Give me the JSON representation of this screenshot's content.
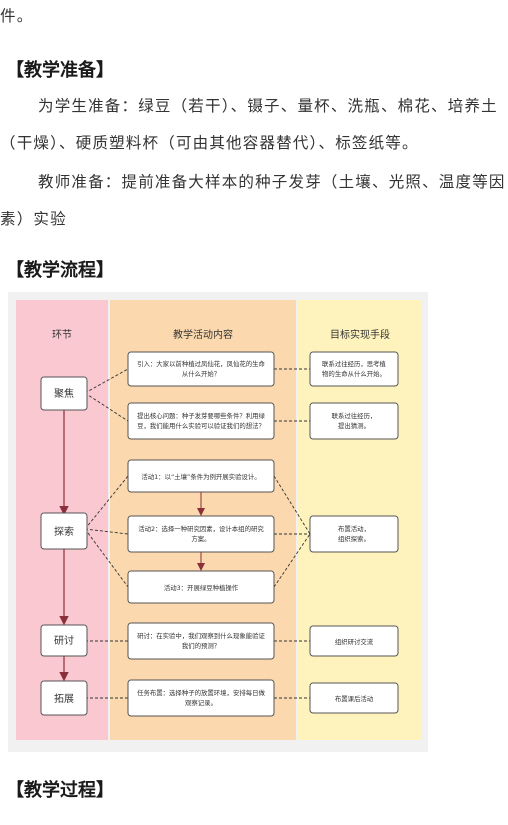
{
  "doc": {
    "line_top": "件。",
    "heading_prep": "【教学准备】",
    "prep_student_1": "为学生准备：绿豆（若干）、镊子、量杯、洗瓶、棉花、培养土",
    "prep_student_2": "（干燥）、硬质塑料杯（可由其他容器替代）、标签纸等。",
    "prep_teacher_1": "教师准备：提前准备大样本的种子发芽（土壤、光照、温度等因",
    "prep_teacher_2": "素）实验",
    "heading_flow": "【教学流程】",
    "heading_process": "【教学过程】"
  },
  "flowchart": {
    "columns": {
      "stage": "环节",
      "activity": "教学活动内容",
      "goal": "目标实现手段"
    },
    "stages": {
      "focus": "聚焦",
      "explore": "探索",
      "discuss": "研讨",
      "extend": "拓展"
    },
    "activities": {
      "intro_1": "引入：大家以前种植过凤仙花，凤仙花的生命",
      "intro_2": "从什么开始？",
      "question_1": "提出核心问题：种子发芽要哪些条件？利用绿",
      "question_2": "豆，我们能用什么实验可以验证我们的想法？",
      "act1": "活动1：以“土壤”条件为例开展实验设计。",
      "act2_1": "活动2：选择一种研究因素，设计本组的研究",
      "act2_2": "方案。",
      "act3": "活动3：开展绿豆种植操作",
      "discuss_1": "研讨：在实验中，我们观察到什么现象能验证",
      "discuss_2": "我们的预测？",
      "task_1": "任务布置：选择种子的放置环境，安排每日做",
      "task_2": "观察记录。"
    },
    "goals": {
      "g1_1": "联系过往经历，思考植",
      "g1_2": "物的生命从什么开始。",
      "g2_1": "联系过往经历，",
      "g2_2": "提出猜测。",
      "g3_1": "布置活动，",
      "g3_2": "组织探索。",
      "g4": "组织研讨交流",
      "g5": "布置课后活动"
    },
    "colors": {
      "stage_lane": "#f9c8d0",
      "activity_lane": "#fbd8ad",
      "goal_lane": "#fff3bd",
      "arrow": "#8b2f3a"
    }
  }
}
